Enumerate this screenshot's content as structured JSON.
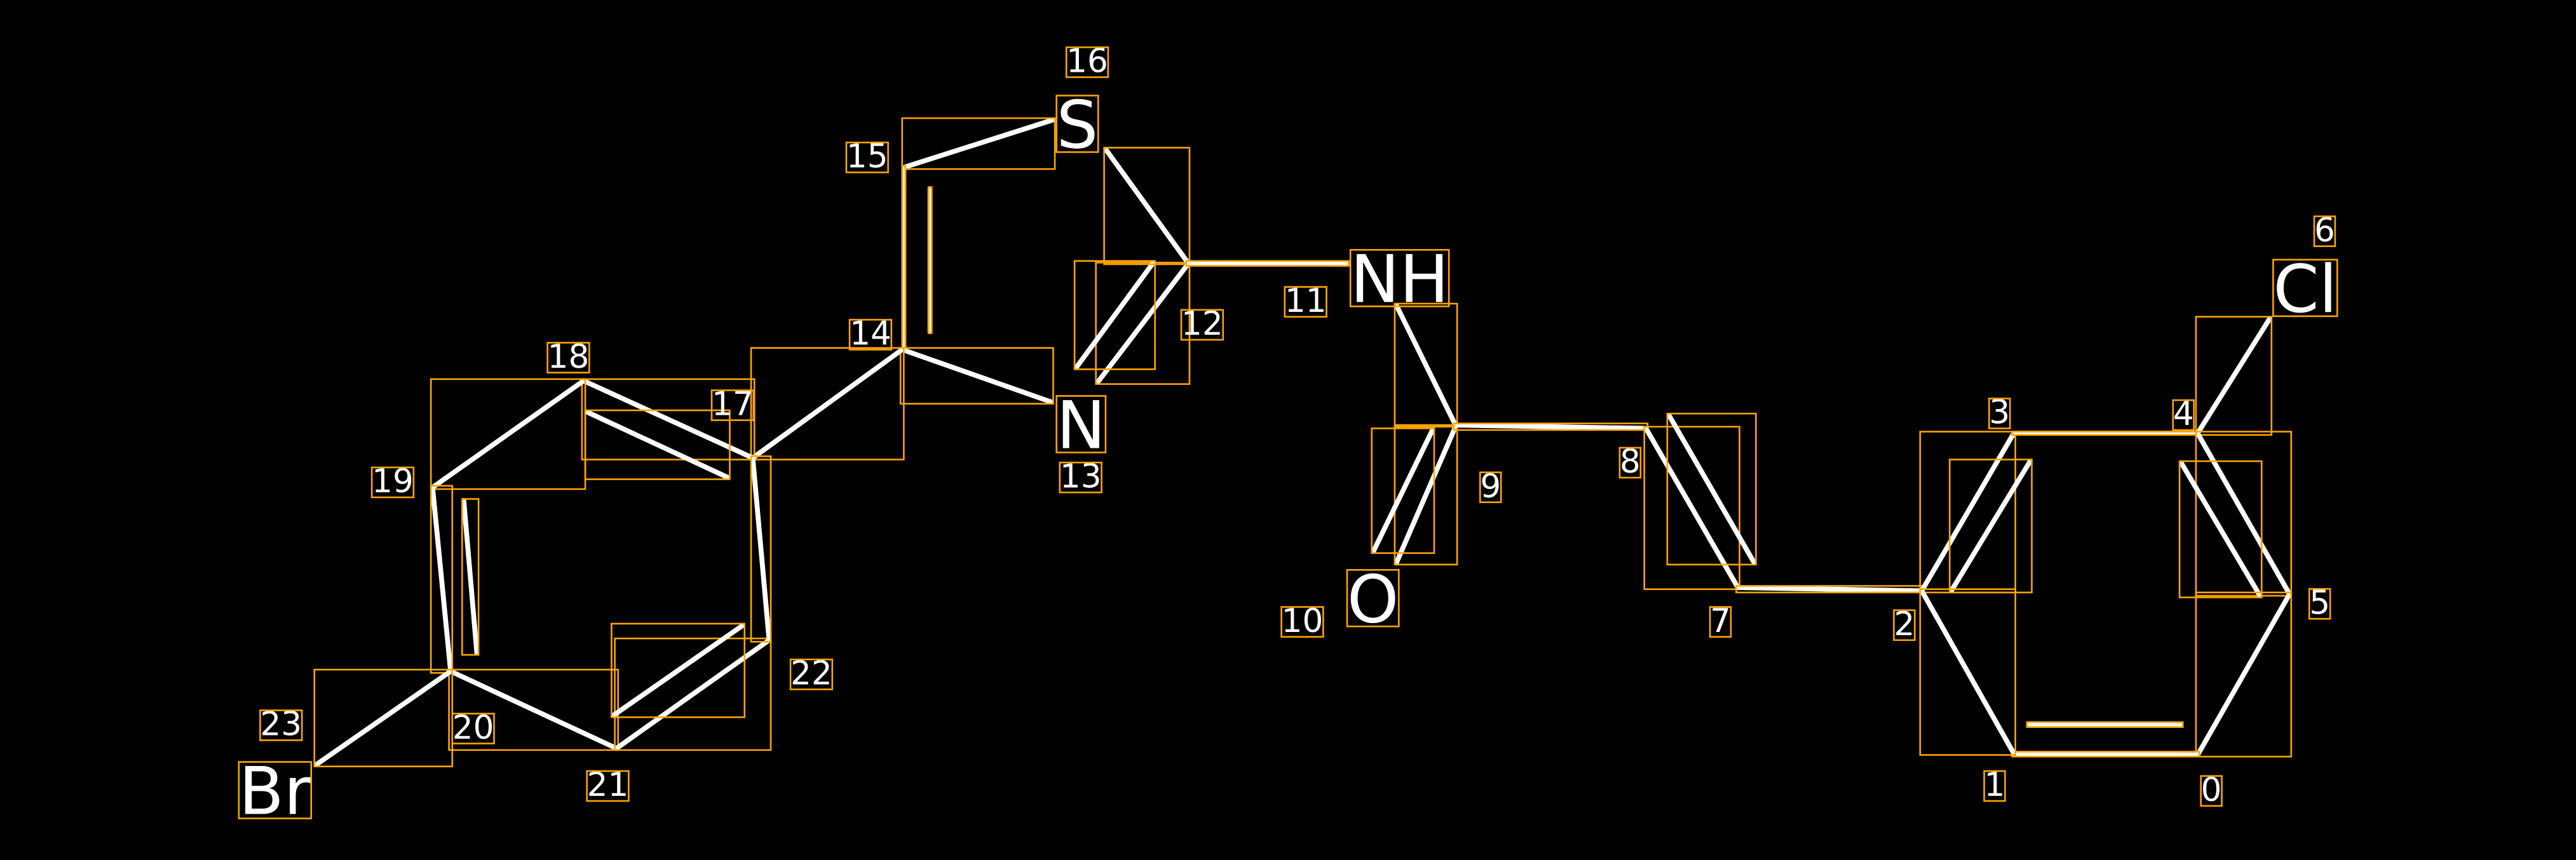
{
  "colors": {
    "background": "#000000",
    "bond": "#FFFFFF",
    "box": "#FFA500"
  },
  "atoms": [
    {
      "index": "0",
      "symbol": ""
    },
    {
      "index": "1",
      "symbol": ""
    },
    {
      "index": "2",
      "symbol": ""
    },
    {
      "index": "3",
      "symbol": ""
    },
    {
      "index": "4",
      "symbol": ""
    },
    {
      "index": "5",
      "symbol": ""
    },
    {
      "index": "6",
      "symbol": "Cl"
    },
    {
      "index": "7",
      "symbol": ""
    },
    {
      "index": "8",
      "symbol": ""
    },
    {
      "index": "9",
      "symbol": ""
    },
    {
      "index": "10",
      "symbol": "O"
    },
    {
      "index": "11",
      "symbol": "NH"
    },
    {
      "index": "12",
      "symbol": ""
    },
    {
      "index": "13",
      "symbol": "N"
    },
    {
      "index": "14",
      "symbol": ""
    },
    {
      "index": "15",
      "symbol": ""
    },
    {
      "index": "16",
      "symbol": "S"
    },
    {
      "index": "17",
      "symbol": ""
    },
    {
      "index": "18",
      "symbol": ""
    },
    {
      "index": "19",
      "symbol": ""
    },
    {
      "index": "20",
      "symbol": ""
    },
    {
      "index": "21",
      "symbol": ""
    },
    {
      "index": "22",
      "symbol": ""
    },
    {
      "index": "23",
      "symbol": "Br"
    }
  ],
  "bonds": [
    {
      "from": 15,
      "to": 16,
      "order": 1
    },
    {
      "from": 15,
      "to": 14,
      "order": 2
    },
    {
      "from": 14,
      "to": 13,
      "order": 1
    },
    {
      "from": 13,
      "to": 12,
      "order": 2
    },
    {
      "from": 16,
      "to": 12,
      "order": 1
    },
    {
      "from": 12,
      "to": 11,
      "order": 1
    },
    {
      "from": 11,
      "to": 9,
      "order": 1
    },
    {
      "from": 9,
      "to": 10,
      "order": 2
    },
    {
      "from": 9,
      "to": 8,
      "order": 1
    },
    {
      "from": 8,
      "to": 7,
      "order": 2
    },
    {
      "from": 7,
      "to": 2,
      "order": 1
    },
    {
      "from": 2,
      "to": 3,
      "order": 2
    },
    {
      "from": 3,
      "to": 4,
      "order": 1
    },
    {
      "from": 4,
      "to": 6,
      "order": 1
    },
    {
      "from": 4,
      "to": 5,
      "order": 2
    },
    {
      "from": 5,
      "to": 0,
      "order": 1
    },
    {
      "from": 0,
      "to": 1,
      "order": 2
    },
    {
      "from": 1,
      "to": 2,
      "order": 1
    },
    {
      "from": 14,
      "to": 17,
      "order": 1
    },
    {
      "from": 17,
      "to": 18,
      "order": 2
    },
    {
      "from": 18,
      "to": 19,
      "order": 1
    },
    {
      "from": 19,
      "to": 20,
      "order": 2
    },
    {
      "from": 20,
      "to": 21,
      "order": 1
    },
    {
      "from": 21,
      "to": 22,
      "order": 2
    },
    {
      "from": 22,
      "to": 17,
      "order": 1
    },
    {
      "from": 20,
      "to": 23,
      "order": 1
    }
  ]
}
